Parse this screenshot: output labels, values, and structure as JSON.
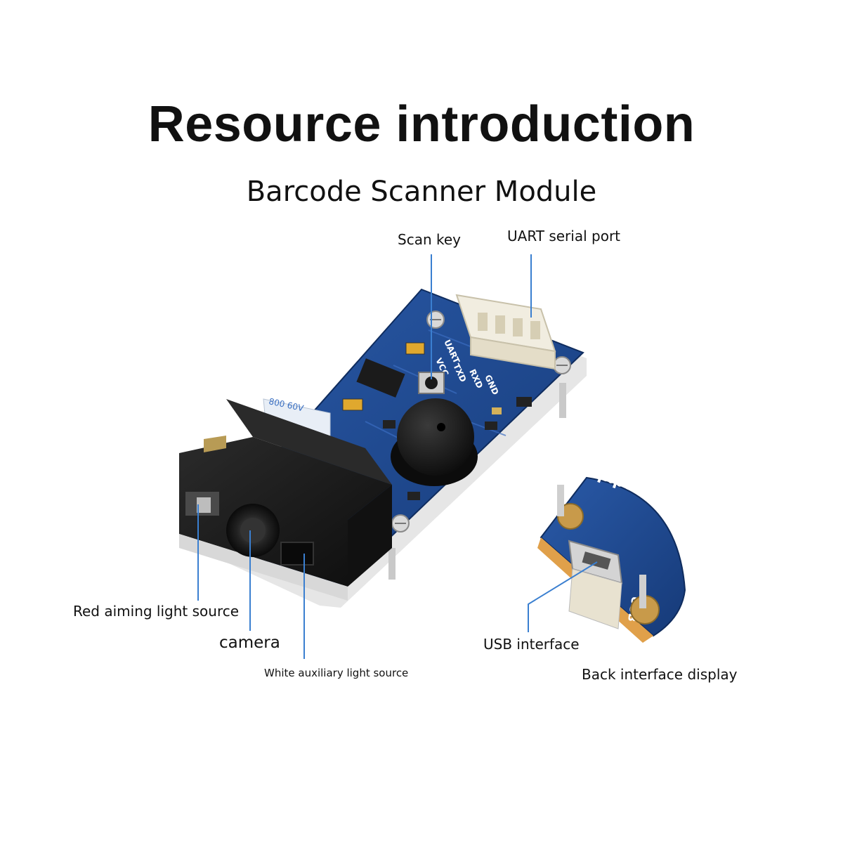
{
  "title": "Resource introduction",
  "subtitle": "Barcode Scanner Module",
  "labels": {
    "scan_key": "Scan key",
    "uart_serial_port": "UART serial port",
    "red_aiming_light_source": "Red aiming light source",
    "camera": "camera",
    "white_auxiliary_light_source": "White auxiliary light source",
    "usb_interface": "USB interface",
    "back_interface_display": "Back interface display"
  },
  "pcb_silkscreen": {
    "uart": "UART",
    "vcc": "VCC",
    "txd": "TXD",
    "rxd": "RXD",
    "gnd": "GND",
    "ribbon": "800 60V",
    "back_module": "odule",
    "usb": "USB"
  },
  "colors": {
    "pcb_blue": "#1f4a8f",
    "leader_line": "#3a7fd0",
    "module_black": "#1a1a1a"
  }
}
